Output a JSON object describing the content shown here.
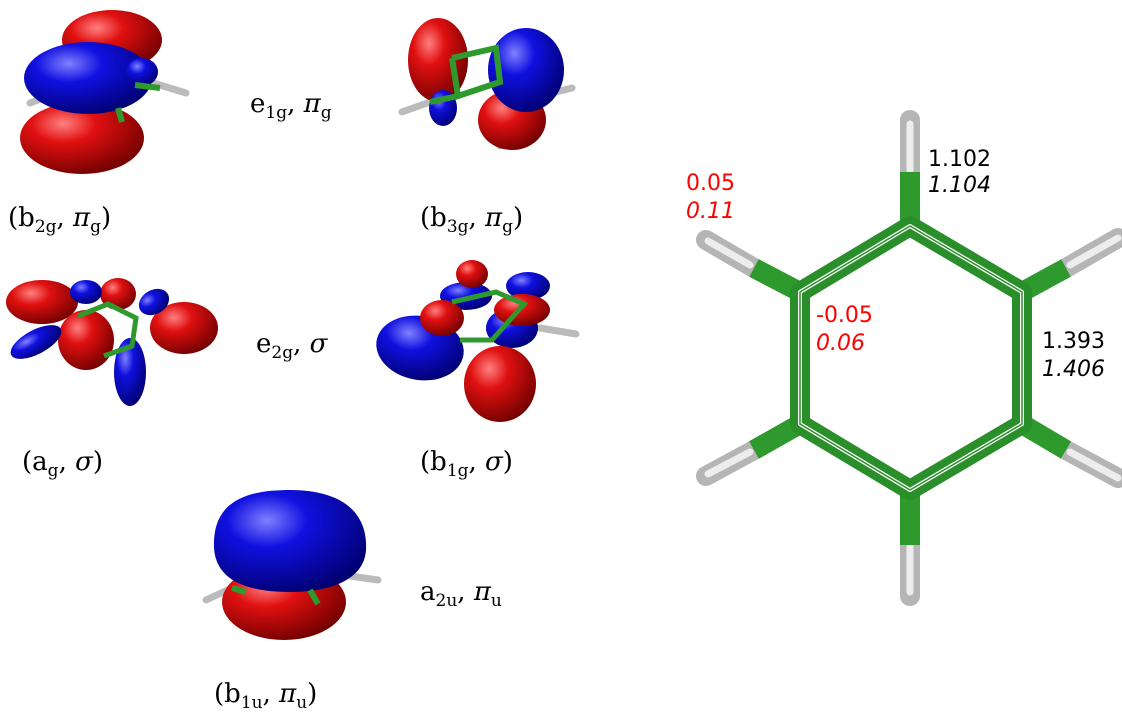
{
  "labels": {
    "mo1": {
      "base": "b",
      "sub": "2g",
      "sym": "π",
      "symsub": "g"
    },
    "mo2": {
      "base": "b",
      "sub": "3g",
      "sym": "π",
      "symsub": "g"
    },
    "pair1": {
      "base": "e",
      "sub": "1g",
      "sym": "π",
      "symsub": "g"
    },
    "mo3": {
      "base": "a",
      "sub": "g",
      "sym": "σ"
    },
    "mo4": {
      "base": "b",
      "sub": "1g",
      "sym": "σ"
    },
    "pair2": {
      "base": "e",
      "sub": "2g",
      "sym": "σ"
    },
    "mo5": {
      "base": "b",
      "sub": "1u",
      "sym": "π",
      "symsub": "u"
    },
    "single": {
      "base": "a",
      "sub": "2u",
      "sym": "π",
      "symsub": "u"
    }
  },
  "molecule": {
    "ch_bond": {
      "value1": "1.102",
      "value2": "1.104"
    },
    "cc_bond": {
      "value1": "1.393",
      "value2": "1.406"
    },
    "h_charge": {
      "value1": "0.05",
      "value2": "0.11"
    },
    "c_charge": {
      "value1": "-0.05",
      "value2": "0.06"
    }
  },
  "colors": {
    "lobe_positive": "#cc0000",
    "lobe_negative": "#0000cc",
    "carbon_bond": "#2e9a2e",
    "hydrogen": "#c8c8c8",
    "charge_text": "#ff0000",
    "bond_text": "#000000"
  }
}
